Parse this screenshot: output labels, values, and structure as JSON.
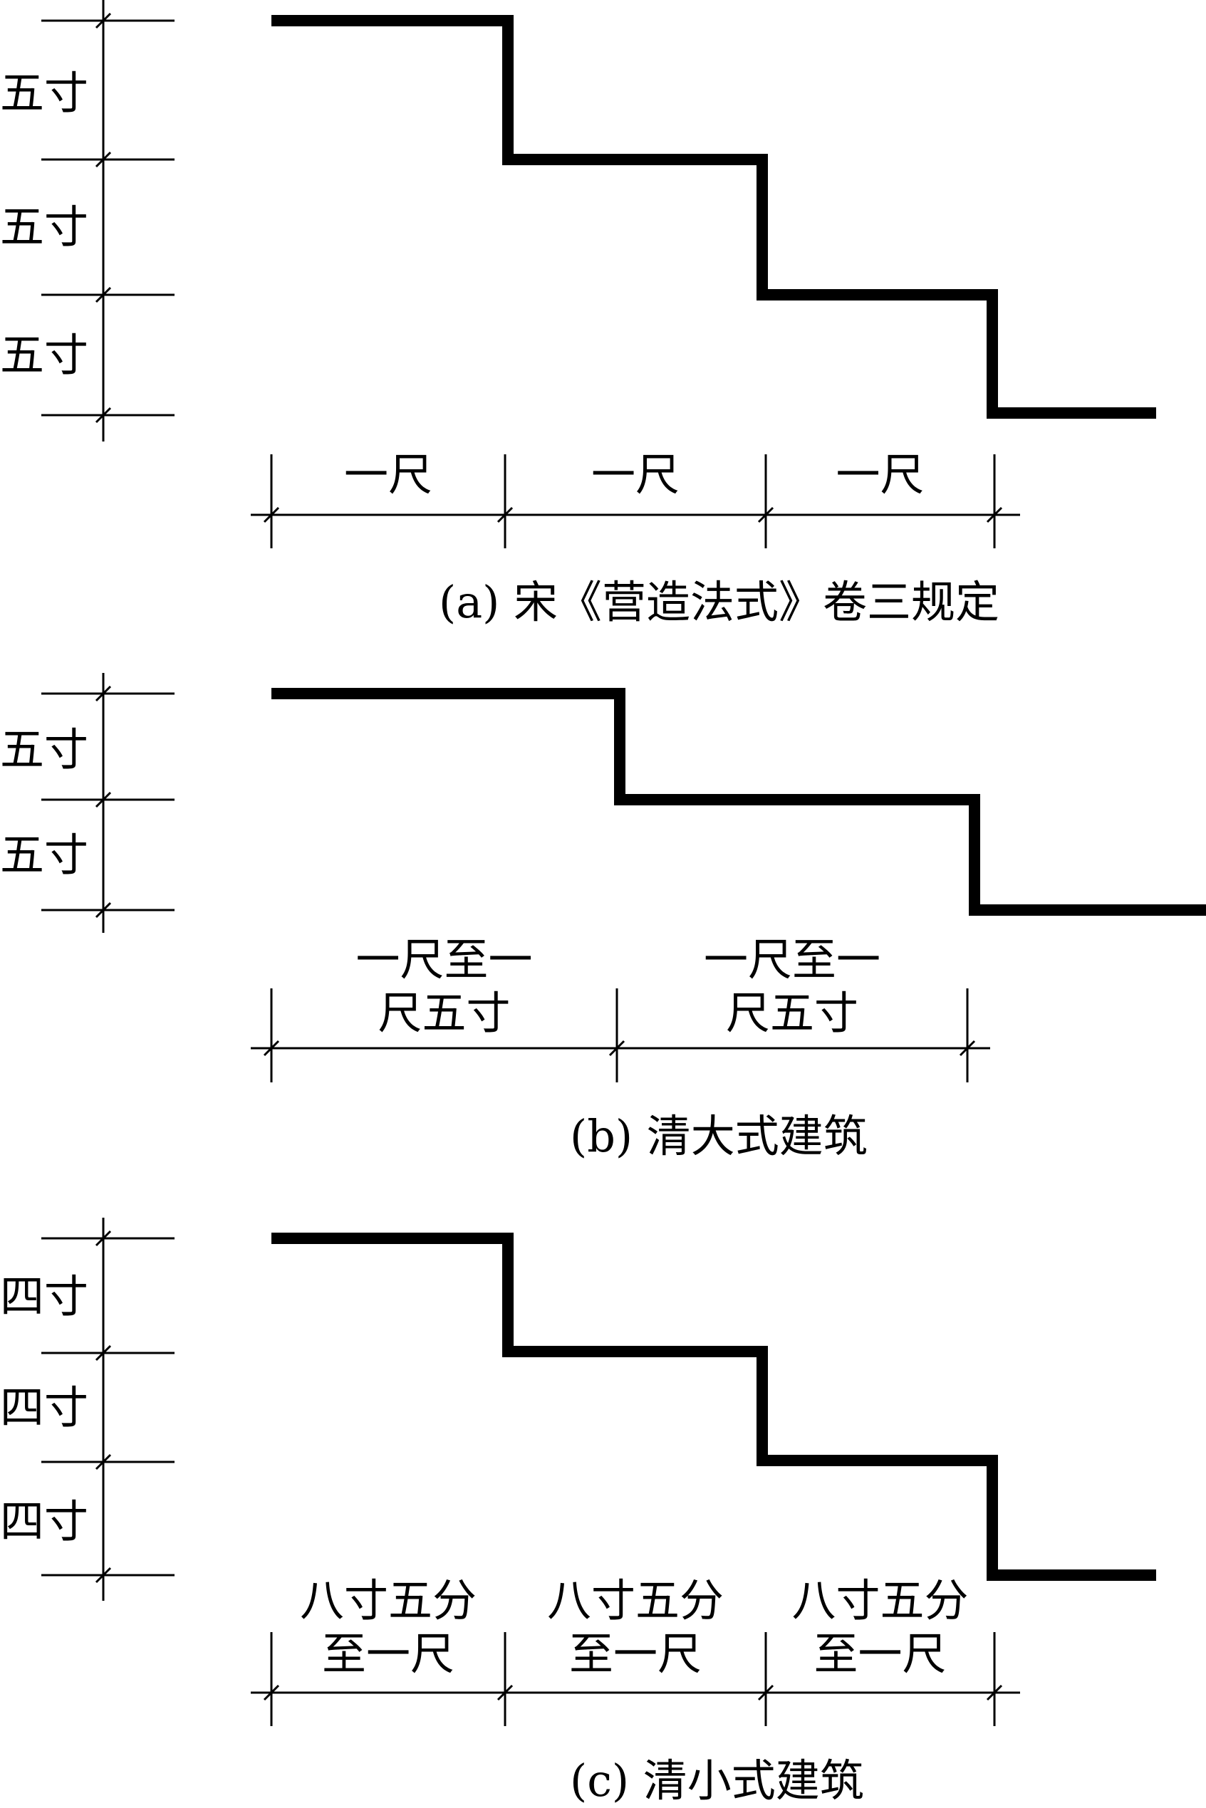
{
  "panels": [
    {
      "caption": "(a) 宋《营造法式》卷三规定",
      "riser_labels": [
        "五寸",
        "五寸",
        "五寸"
      ],
      "tread_labels": [
        [
          "一尺"
        ],
        [
          "一尺"
        ],
        [
          "一尺"
        ]
      ]
    },
    {
      "caption": "(b) 清大式建筑",
      "riser_labels": [
        "五寸",
        "五寸"
      ],
      "tread_labels": [
        [
          "一尺至一",
          "尺五寸"
        ],
        [
          "一尺至一",
          "尺五寸"
        ]
      ]
    },
    {
      "caption": "(c) 清小式建筑",
      "riser_labels": [
        "四寸",
        "四寸",
        "四寸"
      ],
      "tread_labels": [
        [
          "八寸五分",
          "至一尺"
        ],
        [
          "八寸五分",
          "至一尺"
        ],
        [
          "八寸五分",
          "至一尺"
        ]
      ]
    }
  ]
}
